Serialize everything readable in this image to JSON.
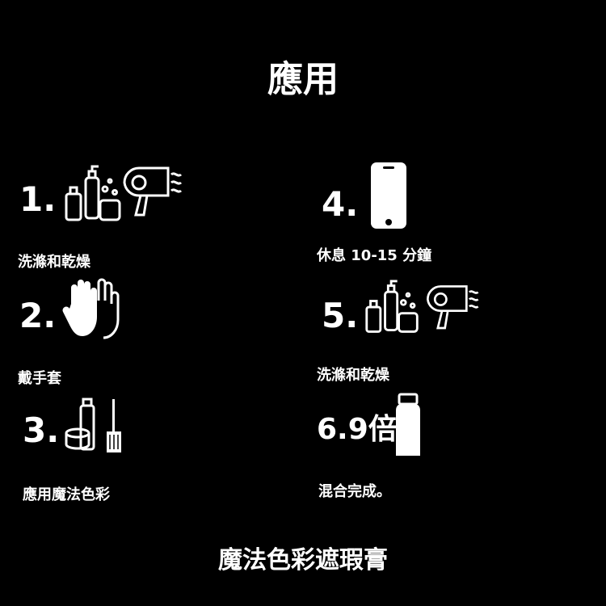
{
  "header": {
    "title": "應用"
  },
  "steps": [
    {
      "number": "1.",
      "caption": "洗滌和乾燥",
      "icons": [
        "shampoo-bottles-icon",
        "hair-dryer-icon"
      ]
    },
    {
      "number": "2.",
      "caption": "戴手套",
      "icons": [
        "gloves-icon"
      ]
    },
    {
      "number": "3.",
      "caption": "應用魔法色彩",
      "icons": [
        "color-kit-icon",
        "brush-icon"
      ]
    },
    {
      "number": "4.",
      "caption": "休息 10-15 分鐘",
      "icons": [
        "smartphone-icon"
      ]
    },
    {
      "number": "5.",
      "caption": "洗滌和乾燥",
      "icons": [
        "shampoo-bottles-icon",
        "hair-dryer-icon"
      ]
    },
    {
      "number": "6.9倍",
      "caption": "混合完成。",
      "icons": [
        "bottle-icon"
      ]
    }
  ],
  "footer": {
    "title": "魔法色彩遮瑕膏"
  },
  "colors": {
    "background": "#000000",
    "foreground": "#ffffff"
  }
}
